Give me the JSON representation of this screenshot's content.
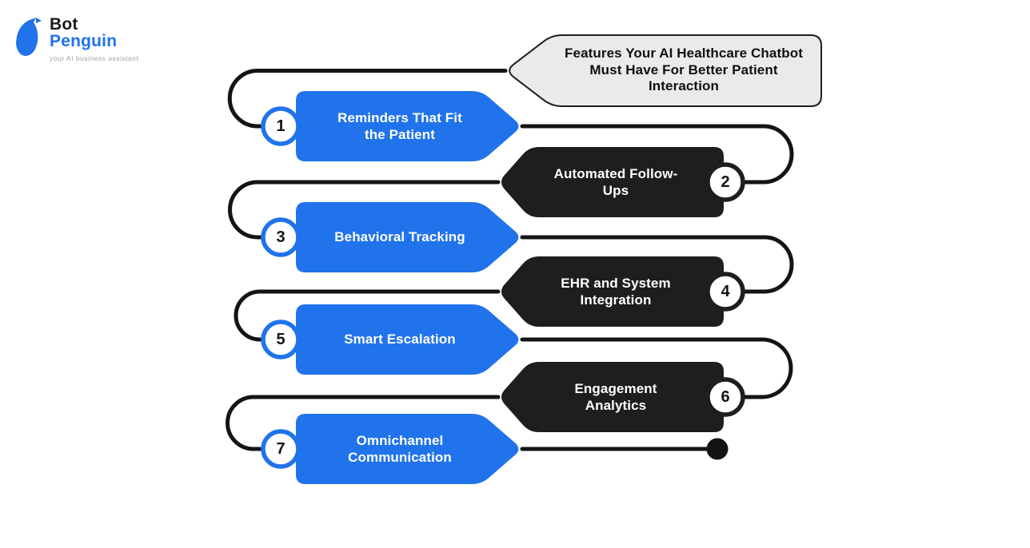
{
  "logo": {
    "bot": "Bot",
    "penguin": "Penguin",
    "tagline": "your AI business assistant"
  },
  "title": {
    "lines": [
      "Features Your AI Healthcare Chatbot",
      "Must Have For Better Patient",
      "Interaction"
    ]
  },
  "items": [
    {
      "num": "1",
      "label": "Reminders That Fit the Patient",
      "side": "left"
    },
    {
      "num": "2",
      "label": "Automated Follow-Ups",
      "side": "right"
    },
    {
      "num": "3",
      "label": "Behavioral Tracking",
      "side": "left"
    },
    {
      "num": "4",
      "label": "EHR and System Integration",
      "side": "right"
    },
    {
      "num": "5",
      "label": "Smart Escalation",
      "side": "left"
    },
    {
      "num": "6",
      "label": "Engagement Analytics",
      "side": "right"
    },
    {
      "num": "7",
      "label": "Omnichannel Communication",
      "side": "left"
    }
  ],
  "colors": {
    "blue": "#2173EB",
    "dark": "#1E1E1C",
    "line": "#141414",
    "title_fill": "#E9EAEB",
    "title_border": "#1E1E1C",
    "circle_fill": "#FFFFFF"
  }
}
